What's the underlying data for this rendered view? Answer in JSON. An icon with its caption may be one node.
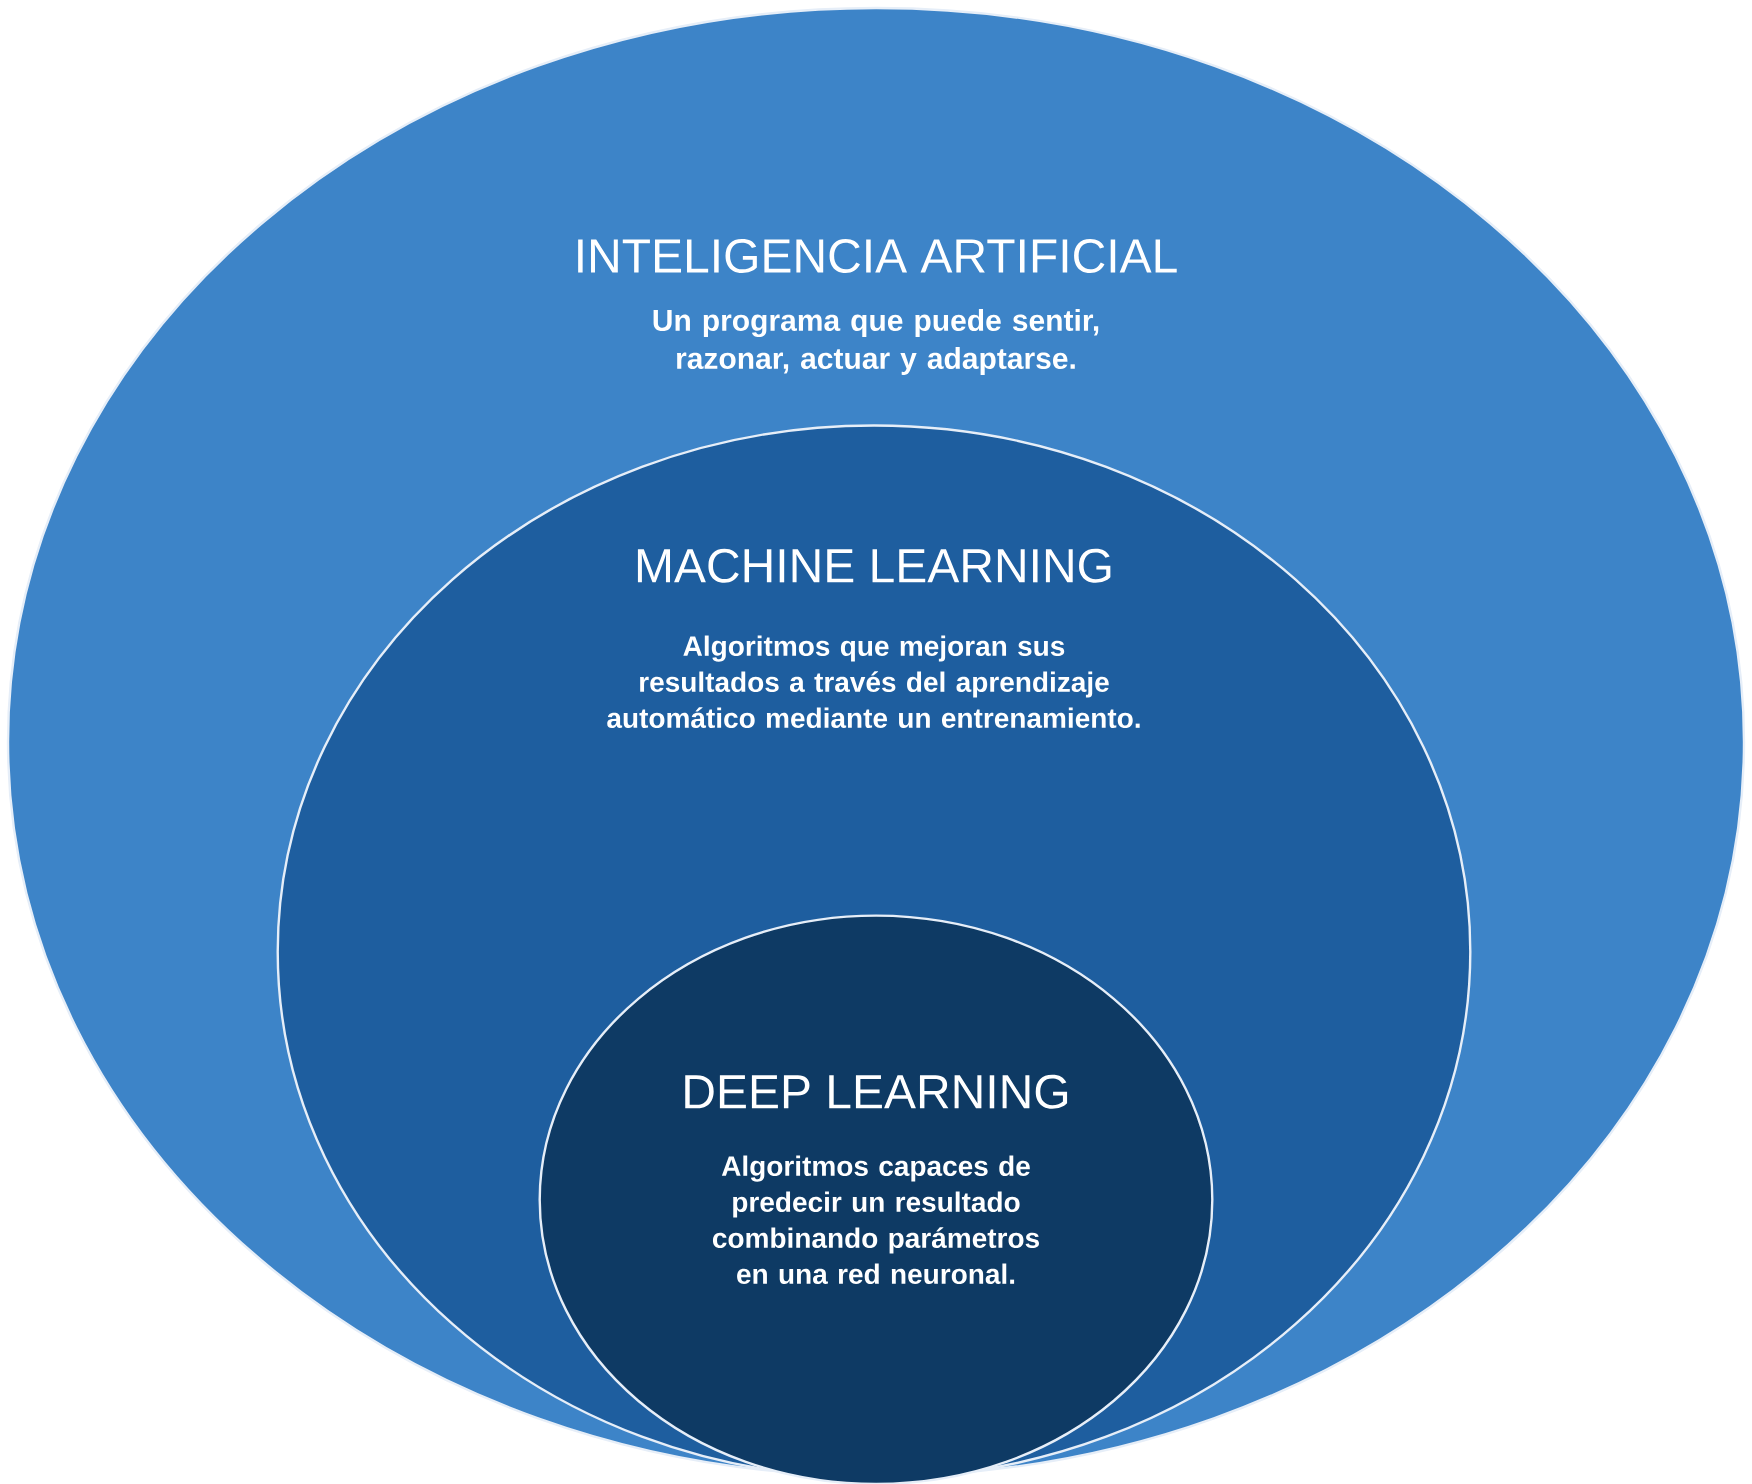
{
  "diagram": {
    "nodes": [
      {
        "text": [
          "INTELIGENCIA ARTIFICIAL",
          "Un programa que puede sentir, razonar, actuar y adaptarse."
        ]
      },
      {
        "text": [
          "MACHINE LEARNING",
          "Algoritmos que mejoran sus resultados a través del aprendizaje automático mediante un entrenamiento."
        ],
        "in": 0
      },
      {
        "text": [
          "DEEP LEARNING",
          "Algoritmos capaces de predecir un resultado combinando parámetros en una red neuronal."
        ],
        "in": 1
      }
    ]
  }
}
